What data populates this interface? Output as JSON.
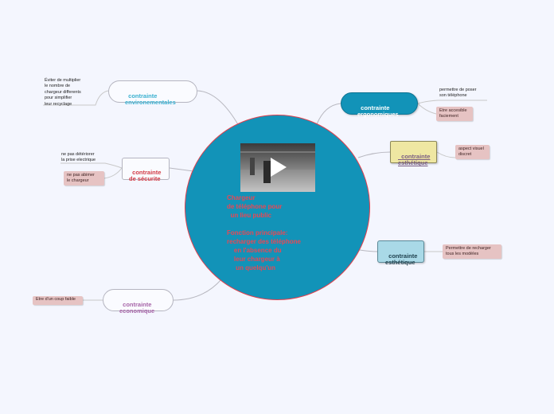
{
  "central": {
    "title": "Chargeur\nde téléphone pour\n  un lieu public",
    "function_text": "Fonction principale:\nrecharger des téléphone\n    en l'absence du\n    leur chargeur à\n     un quelqu'un"
  },
  "video": {
    "icon": "play-icon"
  },
  "branches": {
    "env": {
      "label": "contrainte\nenvironementales",
      "color": "#3ab0d0",
      "leaf": "Éviter de multiplier\nle nombre de\nchargeur differents\npour simplifier\nleur recyclage"
    },
    "securite": {
      "label": "contrainte\nde sécurite",
      "color": "#d23b45",
      "leaf_plain": "ne pas détériorer\nla prise electrique",
      "leaf_box": "ne pas abimer\nle chargeur"
    },
    "economique": {
      "label": "contrainte\neconomique",
      "color": "#a765a8",
      "leaf_box": "Etre d'un coup faible"
    },
    "ergonomiques": {
      "label": "contrainte\nergonomiques",
      "color": "#1293b8",
      "leaf_plain": "permettre de poser\nson téléphone",
      "leaf_box": "Etre accesible\nfaciement"
    },
    "esthetique1": {
      "label": "contrainte\nesthétique",
      "color": "#efe7a2",
      "leaf_box": "aspect visuel\ndiscret"
    },
    "esthetique2": {
      "label": "contrainte\nesthétique",
      "color": "#a9d9e7",
      "leaf_box": "Permettre de recharger\ntous les modèles"
    }
  }
}
